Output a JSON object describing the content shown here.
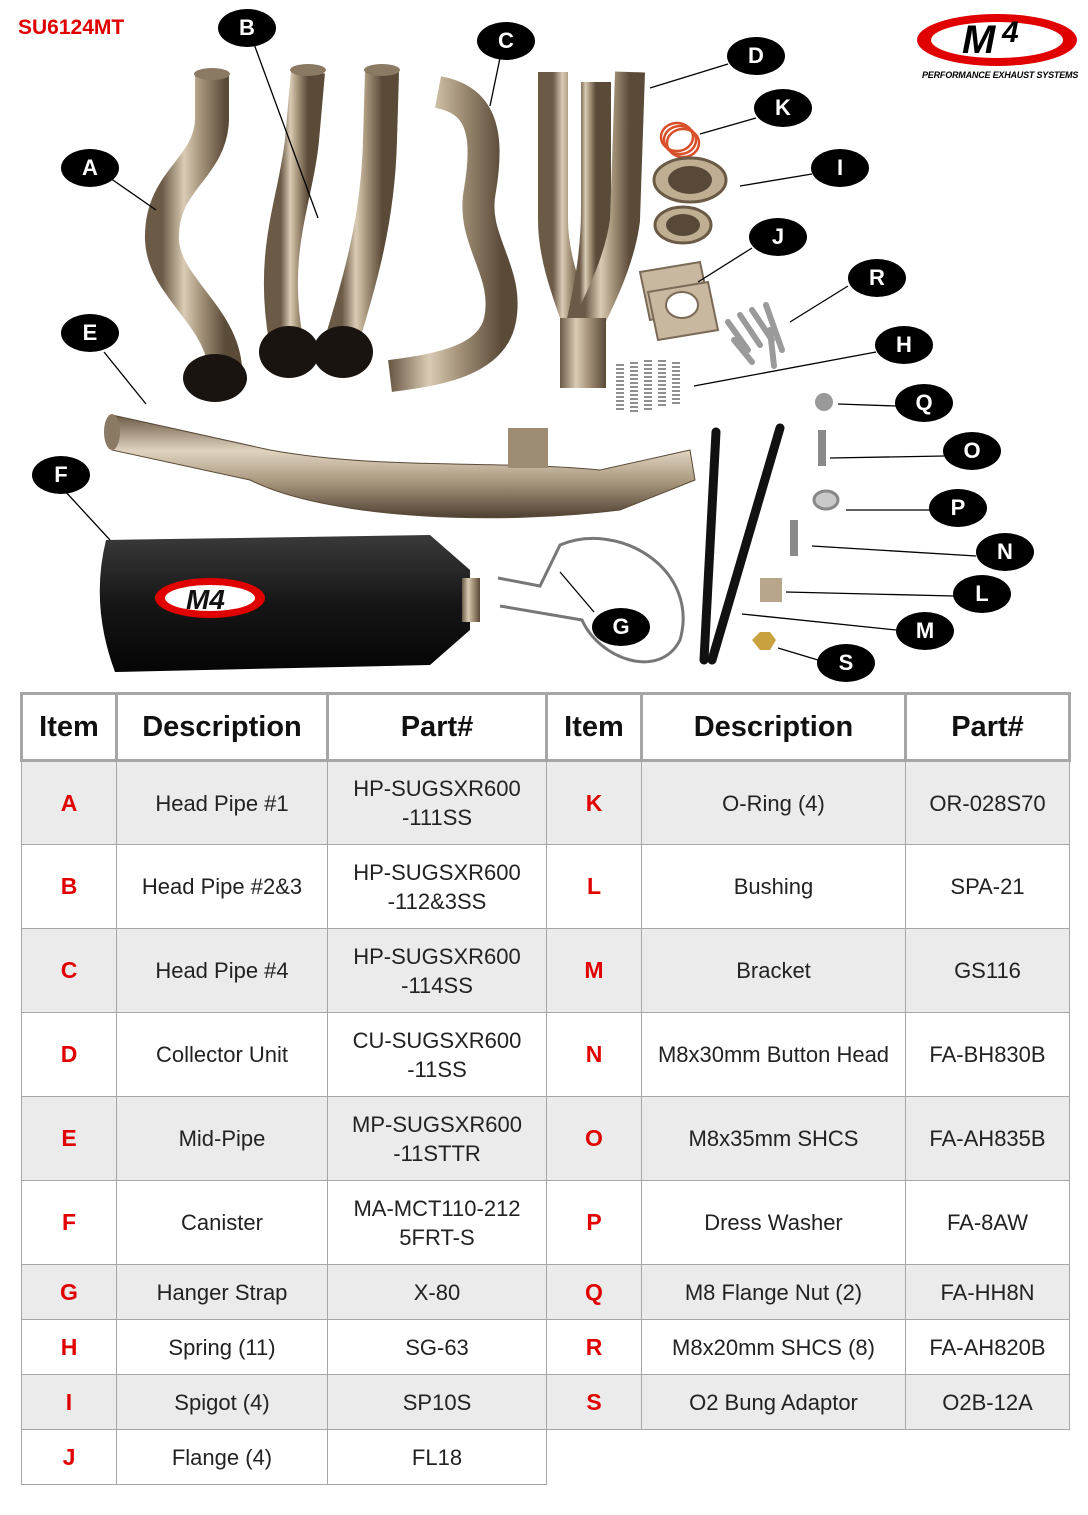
{
  "doc_code": "SU6124MT",
  "logo": {
    "mark": "M4",
    "tagline": "PERFORMANCE EXHAUST SYSTEMS"
  },
  "callouts": [
    "A",
    "B",
    "C",
    "D",
    "K",
    "I",
    "J",
    "R",
    "H",
    "E",
    "Q",
    "O",
    "F",
    "P",
    "N",
    "L",
    "G",
    "M",
    "S"
  ],
  "table": {
    "headers": [
      "Item",
      "Description",
      "Part#"
    ],
    "left_rows": [
      {
        "item": "A",
        "desc": "Head Pipe #1",
        "part": "HP-SUGSXR600 -111SS"
      },
      {
        "item": "B",
        "desc": "Head Pipe #2&3",
        "part": "HP-SUGSXR600 -112&3SS"
      },
      {
        "item": "C",
        "desc": "Head Pipe #4",
        "part": "HP-SUGSXR600 -114SS"
      },
      {
        "item": "D",
        "desc": "Collector Unit",
        "part": "CU-SUGSXR600 -11SS"
      },
      {
        "item": "E",
        "desc": "Mid-Pipe",
        "part": "MP-SUGSXR600 -11STTR"
      },
      {
        "item": "F",
        "desc": "Canister",
        "part": "MA-MCT110-212 5FRT-S"
      },
      {
        "item": "G",
        "desc": "Hanger Strap",
        "part": "X-80"
      },
      {
        "item": "H",
        "desc": "Spring (11)",
        "part": "SG-63"
      },
      {
        "item": "I",
        "desc": "Spigot (4)",
        "part": "SP10S"
      },
      {
        "item": "J",
        "desc": "Flange (4)",
        "part": "FL18"
      }
    ],
    "right_rows": [
      {
        "item": "K",
        "desc": "O-Ring (4)",
        "part": "OR-028S70"
      },
      {
        "item": "L",
        "desc": "Bushing",
        "part": "SPA-21"
      },
      {
        "item": "M",
        "desc": "Bracket",
        "part": "GS116"
      },
      {
        "item": "N",
        "desc": "M8x30mm Button Head",
        "part": "FA-BH830B"
      },
      {
        "item": "O",
        "desc": "M8x35mm SHCS",
        "part": "FA-AH835B"
      },
      {
        "item": "P",
        "desc": "Dress Washer",
        "part": "FA-8AW"
      },
      {
        "item": "Q",
        "desc": "M8 Flange Nut (2)",
        "part": "FA-HH8N"
      },
      {
        "item": "R",
        "desc": "M8x20mm SHCS (8)",
        "part": "FA-AH820B"
      },
      {
        "item": "S",
        "desc": "O2 Bung Adaptor",
        "part": "O2B-12A"
      }
    ]
  },
  "colors": {
    "item_letter": "#e00000",
    "alt_row": "#ebebeb",
    "grid": "#a6a6a6"
  }
}
